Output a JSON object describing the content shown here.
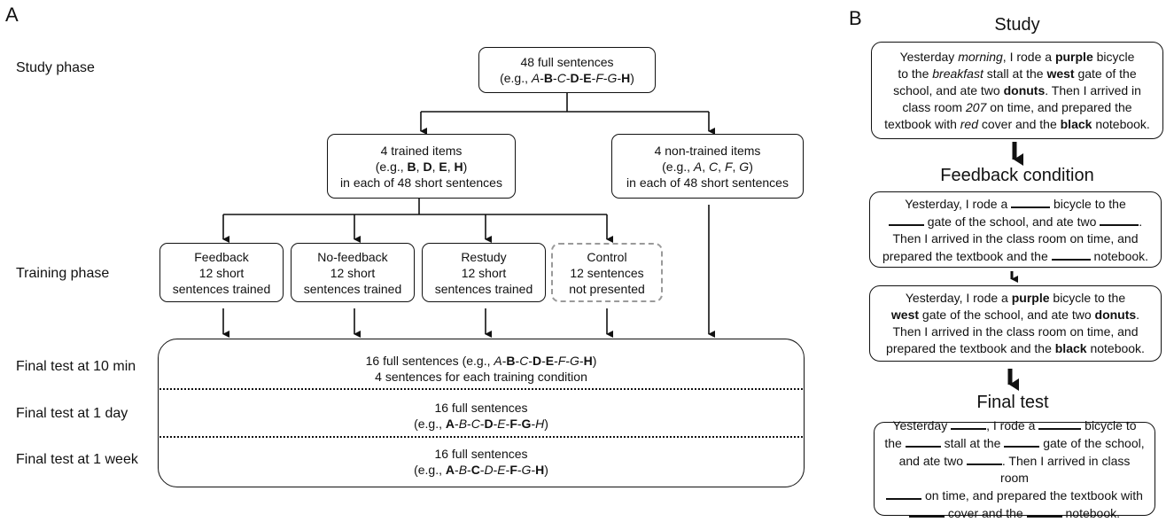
{
  "panel_a": {
    "letter": "A",
    "row_labels": {
      "study": "Study phase",
      "training": "Training phase",
      "test_10min": "Final test at 10 min",
      "test_1day": "Final test at 1 day",
      "test_1week": "Final test at 1 week"
    },
    "top_box": {
      "line1": "48 full sentences",
      "open": "(e.g., ",
      "close": ")"
    },
    "trained_box": {
      "line1": "4 trained items",
      "open": "(e.g., ",
      "close": ")",
      "line3": "in each of 48 short sentences"
    },
    "nontrained_box": {
      "line1": "4 non-trained items",
      "open": "(e.g., ",
      "close": ")",
      "line3": "in each of 48 short sentences"
    },
    "conditions": [
      {
        "name": "Feedback",
        "line2": "12 short",
        "line3": "sentences trained"
      },
      {
        "name": "No-feedback",
        "line2": "12 short",
        "line3": "sentences trained"
      },
      {
        "name": "Restudy",
        "line2": "12 short",
        "line3": "sentences trained"
      },
      {
        "name": "Control",
        "line2": "12 sentences",
        "line3": "not presented"
      }
    ],
    "final_box": {
      "t1_prefix": "16 full sentences (e.g., ",
      "t1_close": ")",
      "t1_line2": "4 sentences for each training condition",
      "t2_line1": "16 full sentences",
      "t3_line1": "16 full sentences",
      "open": "(e.g., ",
      "close": ")"
    },
    "sep": {
      "dash": "-",
      "comma": ", "
    },
    "letters": {
      "A": "A",
      "B": "B",
      "C": "C",
      "D": "D",
      "E": "E",
      "F": "F",
      "G": "G",
      "H": "H"
    }
  },
  "panel_b": {
    "letter": "B",
    "titles": {
      "study": "Study",
      "feedback": "Feedback condition",
      "final": "Final test"
    },
    "study_box": {
      "s1": "Yesterday ",
      "w_morning": "morning",
      "s2": ", I rode a ",
      "w_purple": "purple",
      "s3": " bicycle",
      "s4": "to the ",
      "w_breakfast": "breakfast",
      "s5": " stall at the ",
      "w_west": "west",
      "s6": " gate of the",
      "s7": "school, and ate two ",
      "w_donuts": "donuts",
      "s8": ". Then I arrived in",
      "s9": "class room ",
      "w_207": "207",
      "s10": " on time, and prepared the",
      "s11": "textbook with ",
      "w_red": "red",
      "s12": " cover and the ",
      "w_black": "black",
      "s13": " notebook."
    },
    "feedback_box": {
      "a1": "Yesterday, I rode a ",
      "a2": " bicycle to the",
      "a3": " gate of the school, and ate two ",
      "a4": ".",
      "a5": "Then I arrived in the class room on time, and",
      "a6": "prepared the textbook and the ",
      "a7": " notebook."
    },
    "reveal_box": {
      "r1": "Yesterday, I rode a ",
      "w_purple": "purple",
      "r2": " bicycle to the",
      "w_west": "west",
      "r3": " gate of the school, and ate two ",
      "w_donuts": "donuts",
      "r4": ".",
      "r5": "Then I arrived in the class room on time, and",
      "r6": "prepared the textbook and the ",
      "w_black": "black",
      "r7": " notebook."
    },
    "final_box": {
      "f1": "Yesterday ",
      "f2": ", I rode a ",
      "f3": " bicycle to",
      "f4": "the ",
      "f5": " stall at the ",
      "f6": " gate of the school,",
      "f7": "and ate two ",
      "f8": ". Then I arrived in class room",
      "f9": " on time, and prepared the textbook with",
      "f10": " cover and the ",
      "f11": " notebook."
    }
  }
}
